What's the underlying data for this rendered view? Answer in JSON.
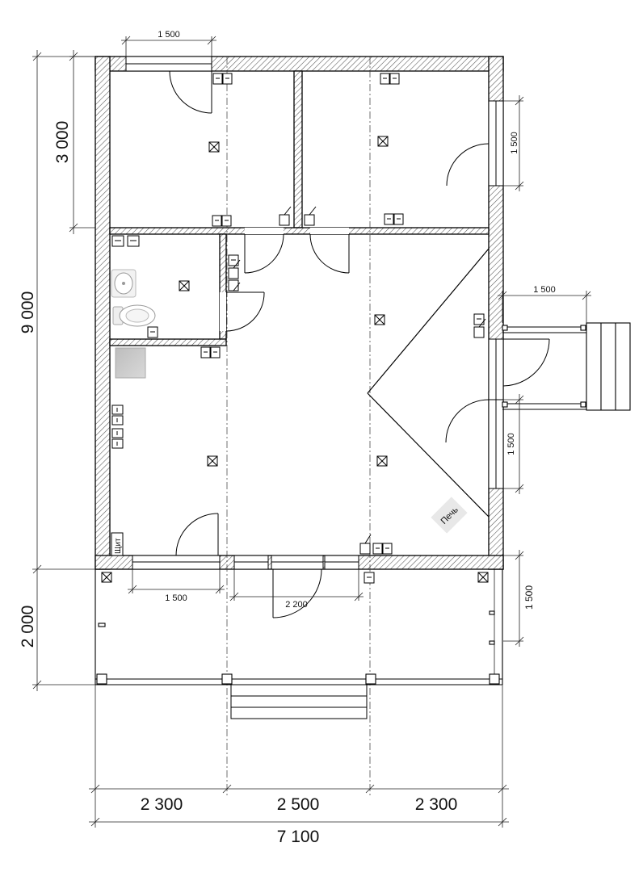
{
  "dimensions": {
    "total_width": "7 100",
    "bay_left": "2 300",
    "bay_middle": "2 500",
    "bay_right": "2 300",
    "house_depth": "9 000",
    "rooms_depth": "3 000",
    "terrace_depth": "2 000",
    "top_window": "1 500",
    "right_window_top": "1 500",
    "porch_width": "1 500",
    "right_window_bottom": "1 500",
    "front_window_left": "1 500",
    "front_window_middle": "2 200",
    "terrace_right": "1 500"
  },
  "labels": {
    "stove": "Печь",
    "panel": "Щит"
  },
  "colors": {
    "line": "#000000",
    "hatch": "#555555",
    "dim_line": "#222222",
    "fixture": "#888888"
  }
}
